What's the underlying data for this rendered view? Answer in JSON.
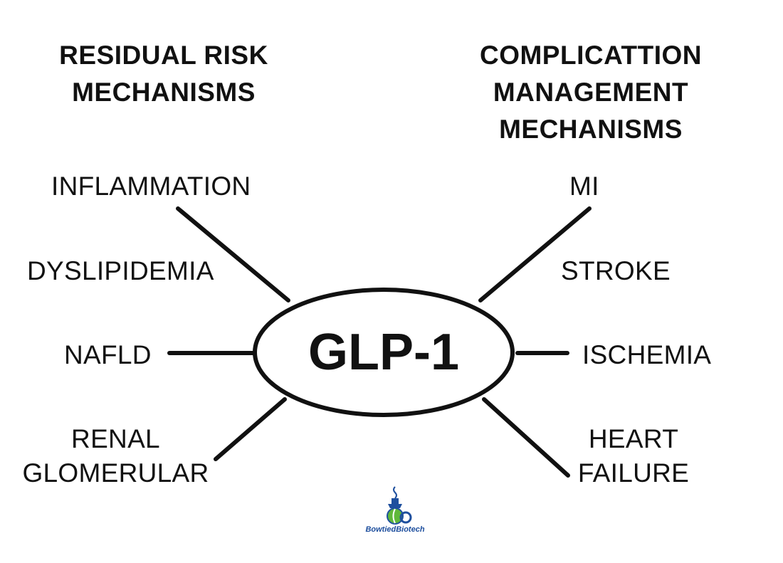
{
  "headings": {
    "left": [
      "RESIDUAL RISK",
      "MECHANISMS"
    ],
    "right": [
      "COMPLICATTION",
      "MANAGEMENT",
      "MECHANISMS"
    ]
  },
  "center": {
    "label": "GLP-1"
  },
  "left_nodes": [
    {
      "lines": [
        "INFLAMMATION"
      ]
    },
    {
      "lines": [
        "DYSLIPIDEMIA"
      ]
    },
    {
      "lines": [
        "NAFLD"
      ]
    },
    {
      "lines": [
        "RENAL",
        "GLOMERULAR"
      ]
    }
  ],
  "right_nodes": [
    {
      "lines": [
        "MI"
      ]
    },
    {
      "lines": [
        "STROKE"
      ]
    },
    {
      "lines": [
        "ISCHEMIA"
      ]
    },
    {
      "lines": [
        "HEART",
        "FAILURE"
      ]
    }
  ],
  "logo": {
    "text": "BowtiedBiotech",
    "colors": {
      "blue": "#1e4f9e",
      "green": "#5fb83a"
    }
  },
  "colors": {
    "ink": "#111111",
    "background": "#ffffff"
  }
}
